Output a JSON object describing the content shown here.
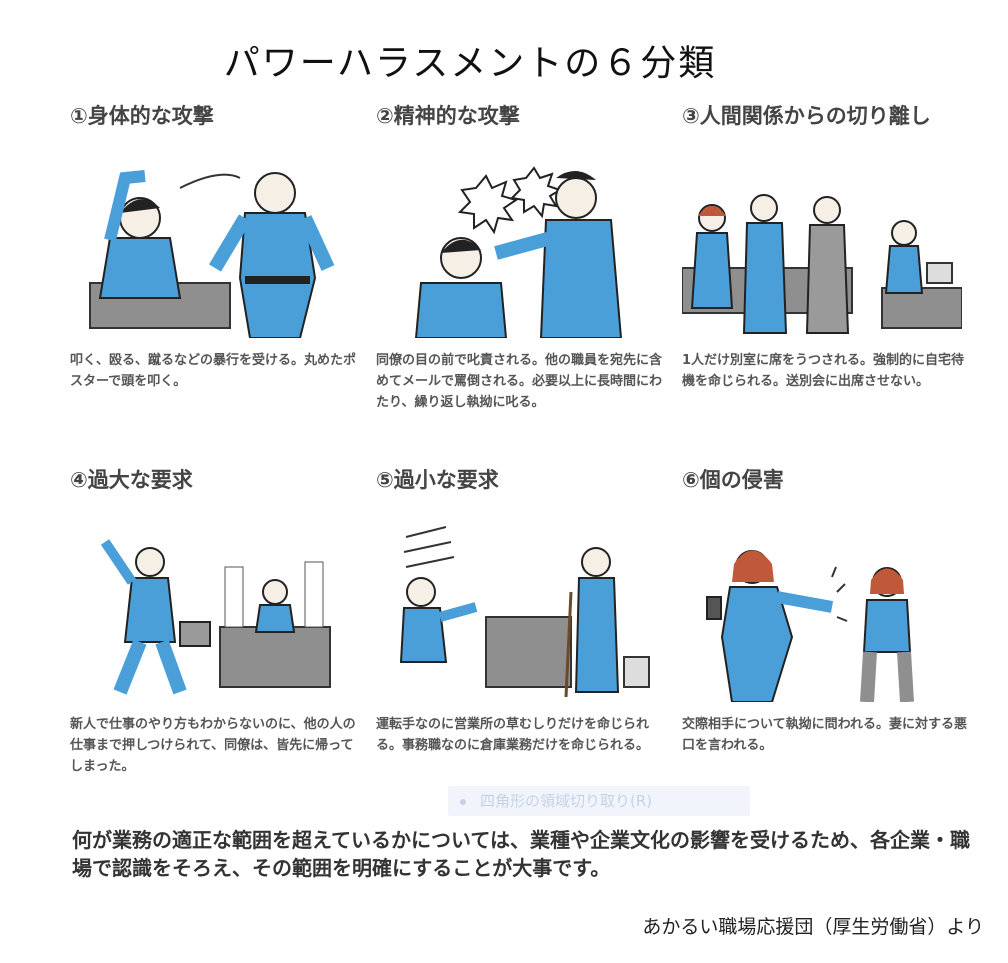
{
  "title": "パワーハラスメントの６分類",
  "cards": [
    {
      "title": "①身体的な攻撃",
      "description": "叩く、殴る、蹴るなどの暴行を受ける。丸めたポスターで頭を叩く。",
      "icon": "physical-attack-illustration"
    },
    {
      "title": "②精神的な攻撃",
      "description": "同僚の目の前で叱責される。他の職員を宛先に含めてメールで罵倒される。必要以上に長時間にわたり、繰り返し執拗に叱る。",
      "icon": "mental-attack-illustration"
    },
    {
      "title": "③人間関係からの切り離し",
      "description": "1人だけ別室に席をうつされる。強制的に自宅待機を命じられる。送別会に出席させない。",
      "icon": "isolation-illustration"
    },
    {
      "title": "④過大な要求",
      "description": "新人で仕事のやり方もわからないのに、他の人の仕事まで押しつけられて、同僚は、皆先に帰ってしまった。",
      "icon": "excessive-demand-illustration"
    },
    {
      "title": "⑤過小な要求",
      "description": "運転手なのに営業所の草むしりだけを命じられる。事務職なのに倉庫業務だけを命じられる。",
      "icon": "underdemand-illustration"
    },
    {
      "title": "⑥個の侵害",
      "description": "交際相手について執拗に問われる。妻に対する悪口を言われる。",
      "icon": "privacy-invasion-illustration"
    }
  ],
  "overlay_text": "四角形の領域切り取り(R)",
  "summary": "何が業務の適正な範囲を超えているかについては、業種や企業文化の影響を受けるため、各企業・職場で認識をそろえ、その範囲を明確にすることが大事です。",
  "source": "あかるい職場応援団（厚生労働省）より",
  "colors": {
    "accent_blue": "#4a9fd8",
    "text_gray": "#555555"
  }
}
